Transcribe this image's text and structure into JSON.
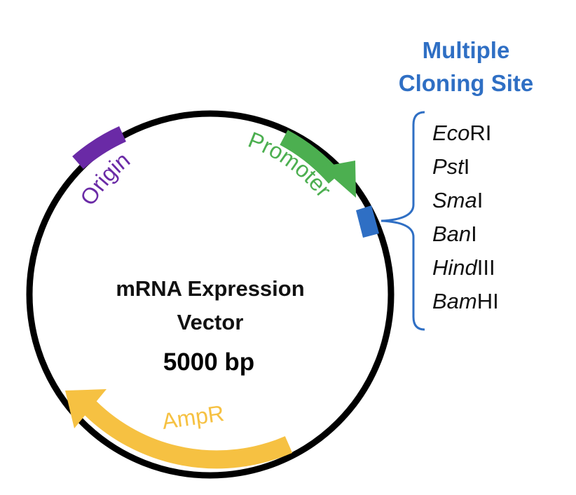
{
  "vector": {
    "name_line1": "mRNA Expression",
    "name_line2": "Vector",
    "size": "5000 bp"
  },
  "features": {
    "origin": {
      "label": "Origin",
      "color": "#6a2aa6"
    },
    "promoter": {
      "label": "Promoter",
      "color": "#4caf50"
    },
    "mcs": {
      "color": "#2f6fc4"
    },
    "ampr": {
      "label": "AmpR",
      "color": "#f6c142"
    }
  },
  "mcs": {
    "heading_line1": "Multiple",
    "heading_line2": "Cloning Site",
    "heading_color": "#2f6fc4",
    "brace_color": "#2f6fc4",
    "enzymes": [
      {
        "italic": "Eco",
        "roman": "RI"
      },
      {
        "italic": "Pst",
        "roman": "I"
      },
      {
        "italic": "Sma",
        "roman": "I"
      },
      {
        "italic": "Ban",
        "roman": "I"
      },
      {
        "italic": "Hind",
        "roman": "III"
      },
      {
        "italic": "Bam",
        "roman": "HI"
      }
    ]
  },
  "colors": {
    "backbone": "#000000"
  }
}
